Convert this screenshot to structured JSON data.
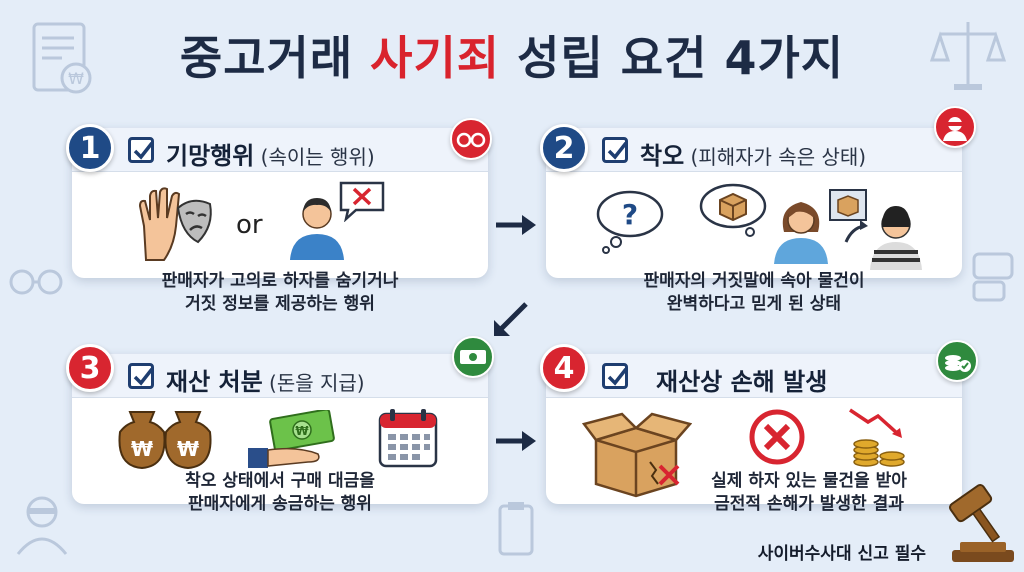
{
  "title": {
    "prefix": "중고거래 ",
    "highlight": "사기죄",
    "suffix": " 성립 요건 4가지"
  },
  "colors": {
    "accent_red": "#d82530",
    "navy": "#1f4a86",
    "background": "#e4edf8"
  },
  "steps": [
    {
      "number": "1",
      "badge_color": "#1f4a86",
      "title": "기망행위",
      "subtitle": " (속이는 행위)",
      "or_text": "or",
      "description_lines": [
        "판매자가 고의로 하자를 숨기거나",
        "거짓 정보를 제공하는 행위"
      ],
      "corner_icon": "handcuffs-icon",
      "illustration_icons": [
        "hand-mask-icon",
        "person-icon",
        "speech-bubble-x-icon"
      ]
    },
    {
      "number": "2",
      "badge_color": "#1f4a86",
      "title": "착오",
      "subtitle": " (피해자가 속은 상태)",
      "description_lines": [
        "판매자의 거짓말에 속아 물건이",
        "완벽하다고 믿게 된 상태"
      ],
      "corner_icon": "thief-icon",
      "illustration_icons": [
        "question-thought-icon",
        "box-thought-icon",
        "woman-icon",
        "thief-box-icon"
      ]
    },
    {
      "number": "3",
      "badge_color": "#d82530",
      "title": "재산 처분",
      "subtitle": " (돈을 지급)",
      "description_lines": [
        "착오 상태에서 구매 대금을",
        "판매자에게 송금하는 행위"
      ],
      "corner_icon": "cash-icon",
      "illustration_icons": [
        "money-bags-icon",
        "hand-banknote-icon",
        "calendar-icon"
      ]
    },
    {
      "number": "4",
      "badge_color": "#d82530",
      "title": "재산상 손해 발생",
      "subtitle": "",
      "description_lines": [
        "실제 하자 있는 물건을 받아",
        "금전적 손해가 발생한 결과"
      ],
      "corner_icon": "coins-check-icon",
      "illustration_icons": [
        "broken-box-icon",
        "x-circle-icon",
        "falling-coins-icon"
      ]
    }
  ],
  "footer": "사이버수사대 신고 필수"
}
